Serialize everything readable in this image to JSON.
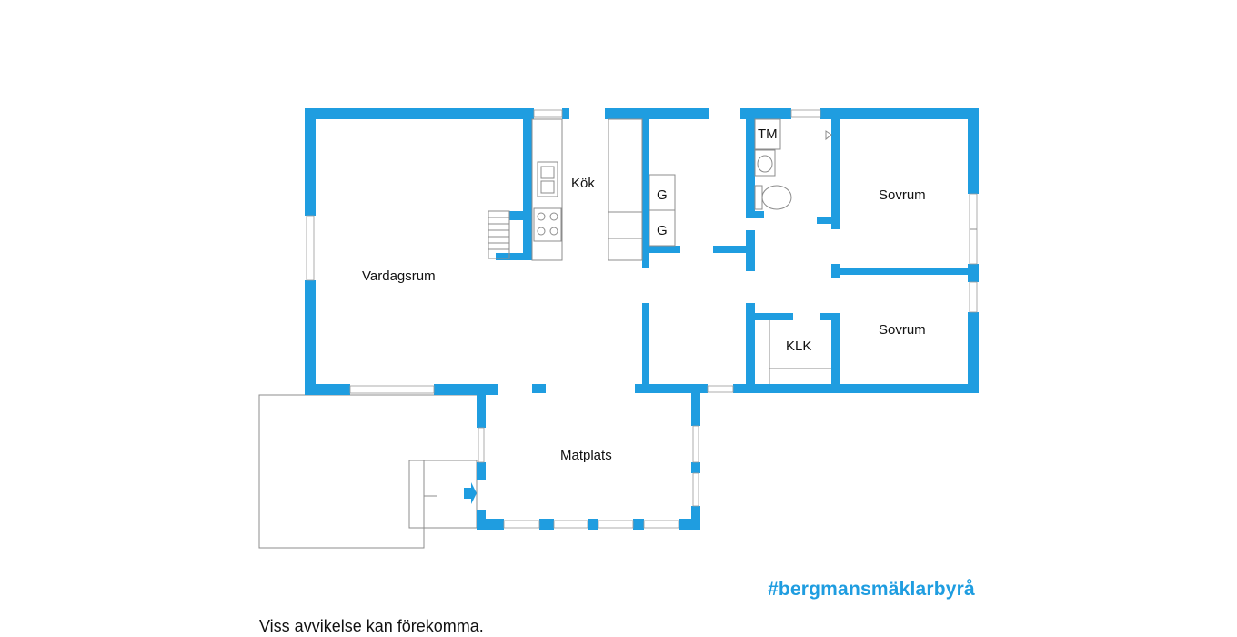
{
  "floorplan": {
    "rooms": {
      "vardagsrum": "Vardagsrum",
      "kok": "Kök",
      "tm": "TM",
      "sovrum_1": "Sovrum",
      "sovrum_2": "Sovrum",
      "klk": "KLK",
      "matplats": "Matplats",
      "g1": "G",
      "g2": "G"
    }
  },
  "brand": {
    "text": "#bergmansmäklarbyrå"
  },
  "disclaimer": "Viss avvikelse kan förekomma.",
  "colors": {
    "wall": "#1f9de0",
    "brand": "#1f9de0",
    "text": "#111111"
  }
}
